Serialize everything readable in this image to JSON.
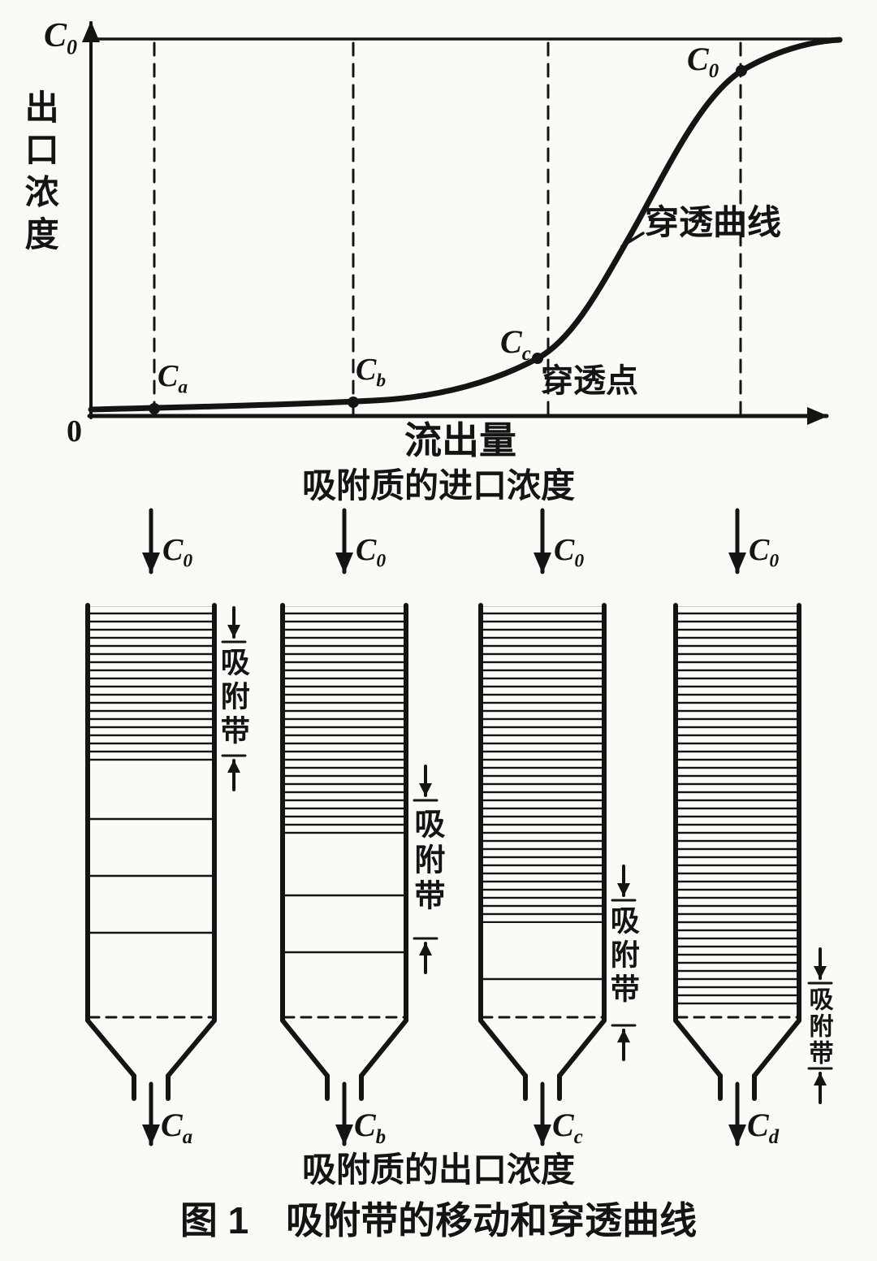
{
  "colors": {
    "ink": "#141414",
    "paper": "#fbfaf6"
  },
  "chart": {
    "y_axis_label": "出口浓度",
    "x_axis_label": "流出量",
    "origin_label": "0",
    "curve_label": "穿透曲线",
    "breakthrough_point_label": "穿透点"
  },
  "symbols": {
    "c0": {
      "base": "C",
      "sub": "0"
    },
    "ca": {
      "base": "C",
      "sub": "a"
    },
    "cb": {
      "base": "C",
      "sub": "b"
    },
    "cc": {
      "base": "C",
      "sub": "c"
    },
    "cd": {
      "base": "C",
      "sub": "d"
    }
  },
  "columns": {
    "inlet_title": "吸附质的进口浓度",
    "outlet_title": "吸附质的出口浓度",
    "band_label": "吸附带"
  },
  "caption": "图 1　吸附带的移动和穿透曲线"
}
